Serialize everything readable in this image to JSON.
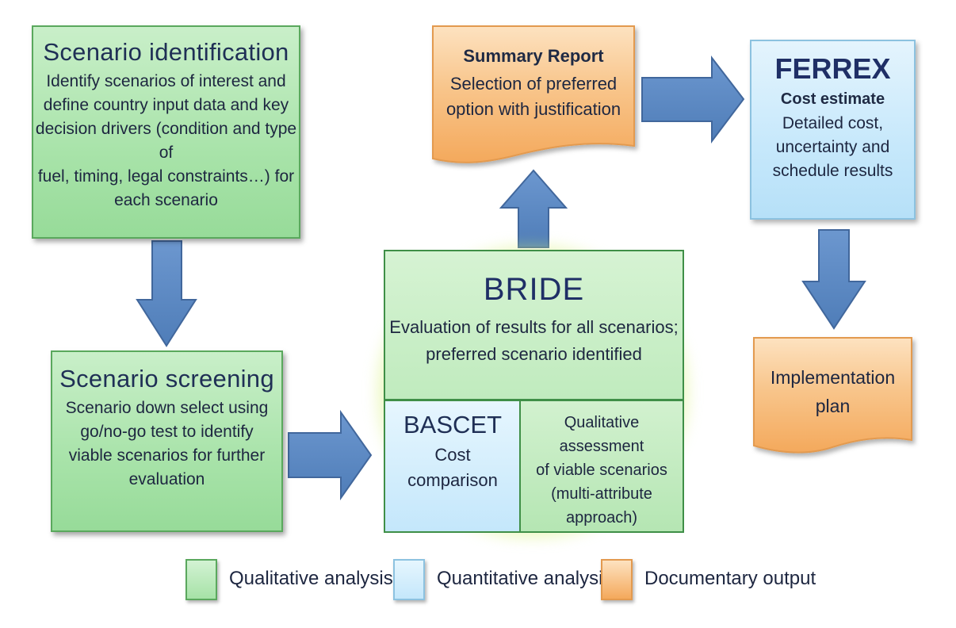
{
  "scenario_identification": {
    "title": "Scenario identification",
    "lines": [
      "Identify scenarios of interest and",
      "define country input data and key",
      "decision drivers (condition and type of",
      "fuel, timing, legal constraints…) for",
      "each scenario"
    ]
  },
  "scenario_screening": {
    "title": "Scenario  screening",
    "lines": [
      "Scenario down select using",
      "go/no-go test to identify",
      "viable scenarios for further",
      "evaluation"
    ]
  },
  "bride": {
    "title": "BRIDE",
    "lines": [
      "Evaluation  of results for all scenarios;",
      "preferred scenario identified"
    ]
  },
  "bascet": {
    "title": "BASCET",
    "lines": [
      "Cost",
      "comparison"
    ]
  },
  "qualitative_assessment": {
    "lines": [
      "Qualitative  assessment",
      "of viable scenarios",
      "(multi-attribute",
      "approach)"
    ]
  },
  "summary_report": {
    "title": "Summary  Report",
    "lines": [
      "Selection of preferred",
      "option with justification"
    ]
  },
  "ferrex": {
    "title": "FERREX",
    "subtitle": "Cost estimate",
    "lines": [
      "Detailed cost,",
      "uncertainty and",
      "schedule results"
    ]
  },
  "implementation_plan": {
    "lines": [
      "Implementation",
      "plan"
    ]
  },
  "legend": [
    {
      "label": "Qualitative analysis",
      "color": "#a6e2a7"
    },
    {
      "label": "Quantitative analysis",
      "color": "#c4e7fb"
    },
    {
      "label": "Documentary output",
      "color": "#f7b774"
    }
  ],
  "colors": {
    "qualitative": "#a6e2a7",
    "quantitative": "#c4e7fb",
    "documentary": "#f7b774",
    "arrow": "#5b87c2"
  }
}
